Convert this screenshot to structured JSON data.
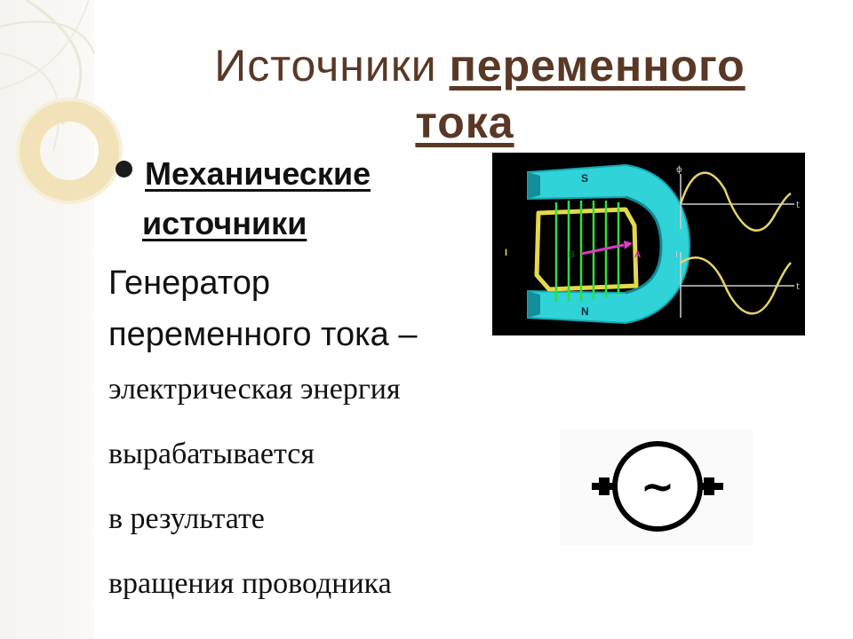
{
  "slide": {
    "title_word1": "Источники",
    "title_word2": "переменного",
    "title_word3": "тока",
    "bullet_line1": "Механические",
    "bullet_line2": "источники",
    "body_sans_line1": "Генератор",
    "body_sans_line2": "переменного тока –",
    "body_serif_lines": [
      "электрическая энергия",
      "вырабатывается",
      "в результате",
      "вращения проводника"
    ]
  },
  "diagram": {
    "pole_top": "S",
    "pole_bottom": "N",
    "left_mark": "I",
    "right_mark": "A",
    "center_mark": "B",
    "graph1_y_label": "ϕ",
    "graph1_x_label": "t",
    "graph2_y_label": "I",
    "graph2_x_label": "t",
    "symbol_glyph": "~"
  },
  "colors": {
    "title": "#5a3826",
    "magnet": "#2fd3d8",
    "coil": "#e5d84a",
    "field_lines": "#2fe03a",
    "arrow": "#d63cc4",
    "graph_curve": "#e8d46a"
  }
}
